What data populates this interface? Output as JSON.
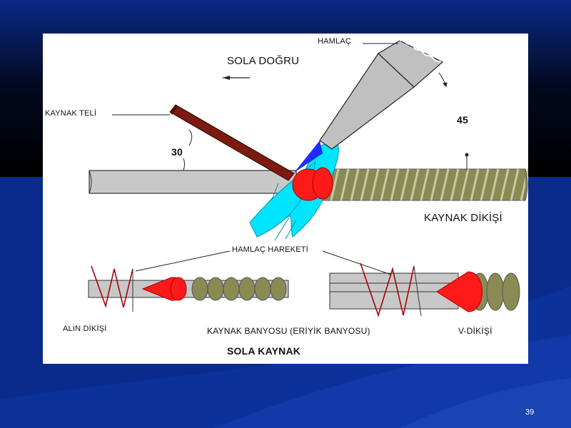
{
  "slide": {
    "page_number": "39",
    "colors": {
      "background_top": "#000000",
      "background_bottom": "#0a2a8c",
      "panel": "#ffffff",
      "torch": "#c0c0c0",
      "rod": "#7a1a10",
      "flame": "#00e5ff",
      "inner_cone": "#1e2cff",
      "weld_pool": "#ff1a1a",
      "weld_bead": "#8a8a55",
      "metal": "#c8c8c8"
    }
  },
  "diagram": {
    "labels": {
      "torch": "HAMLAÇ",
      "direction": "SOLA DOĞRU",
      "filler_rod": "KAYNAK TELİ",
      "rod_angle": "30",
      "torch_angle": "45",
      "weld_seam": "KAYNAK DİKİŞİ",
      "torch_motion": "HAMLAÇ HAREKETİ",
      "butt_weld": "ALIN DİKİŞİ",
      "weld_pool": "KAYNAK BANYOSU (ERİYİK BANYOSU)",
      "v_weld": "V-DİKİŞİ",
      "title": "SOLA KAYNAK"
    }
  }
}
